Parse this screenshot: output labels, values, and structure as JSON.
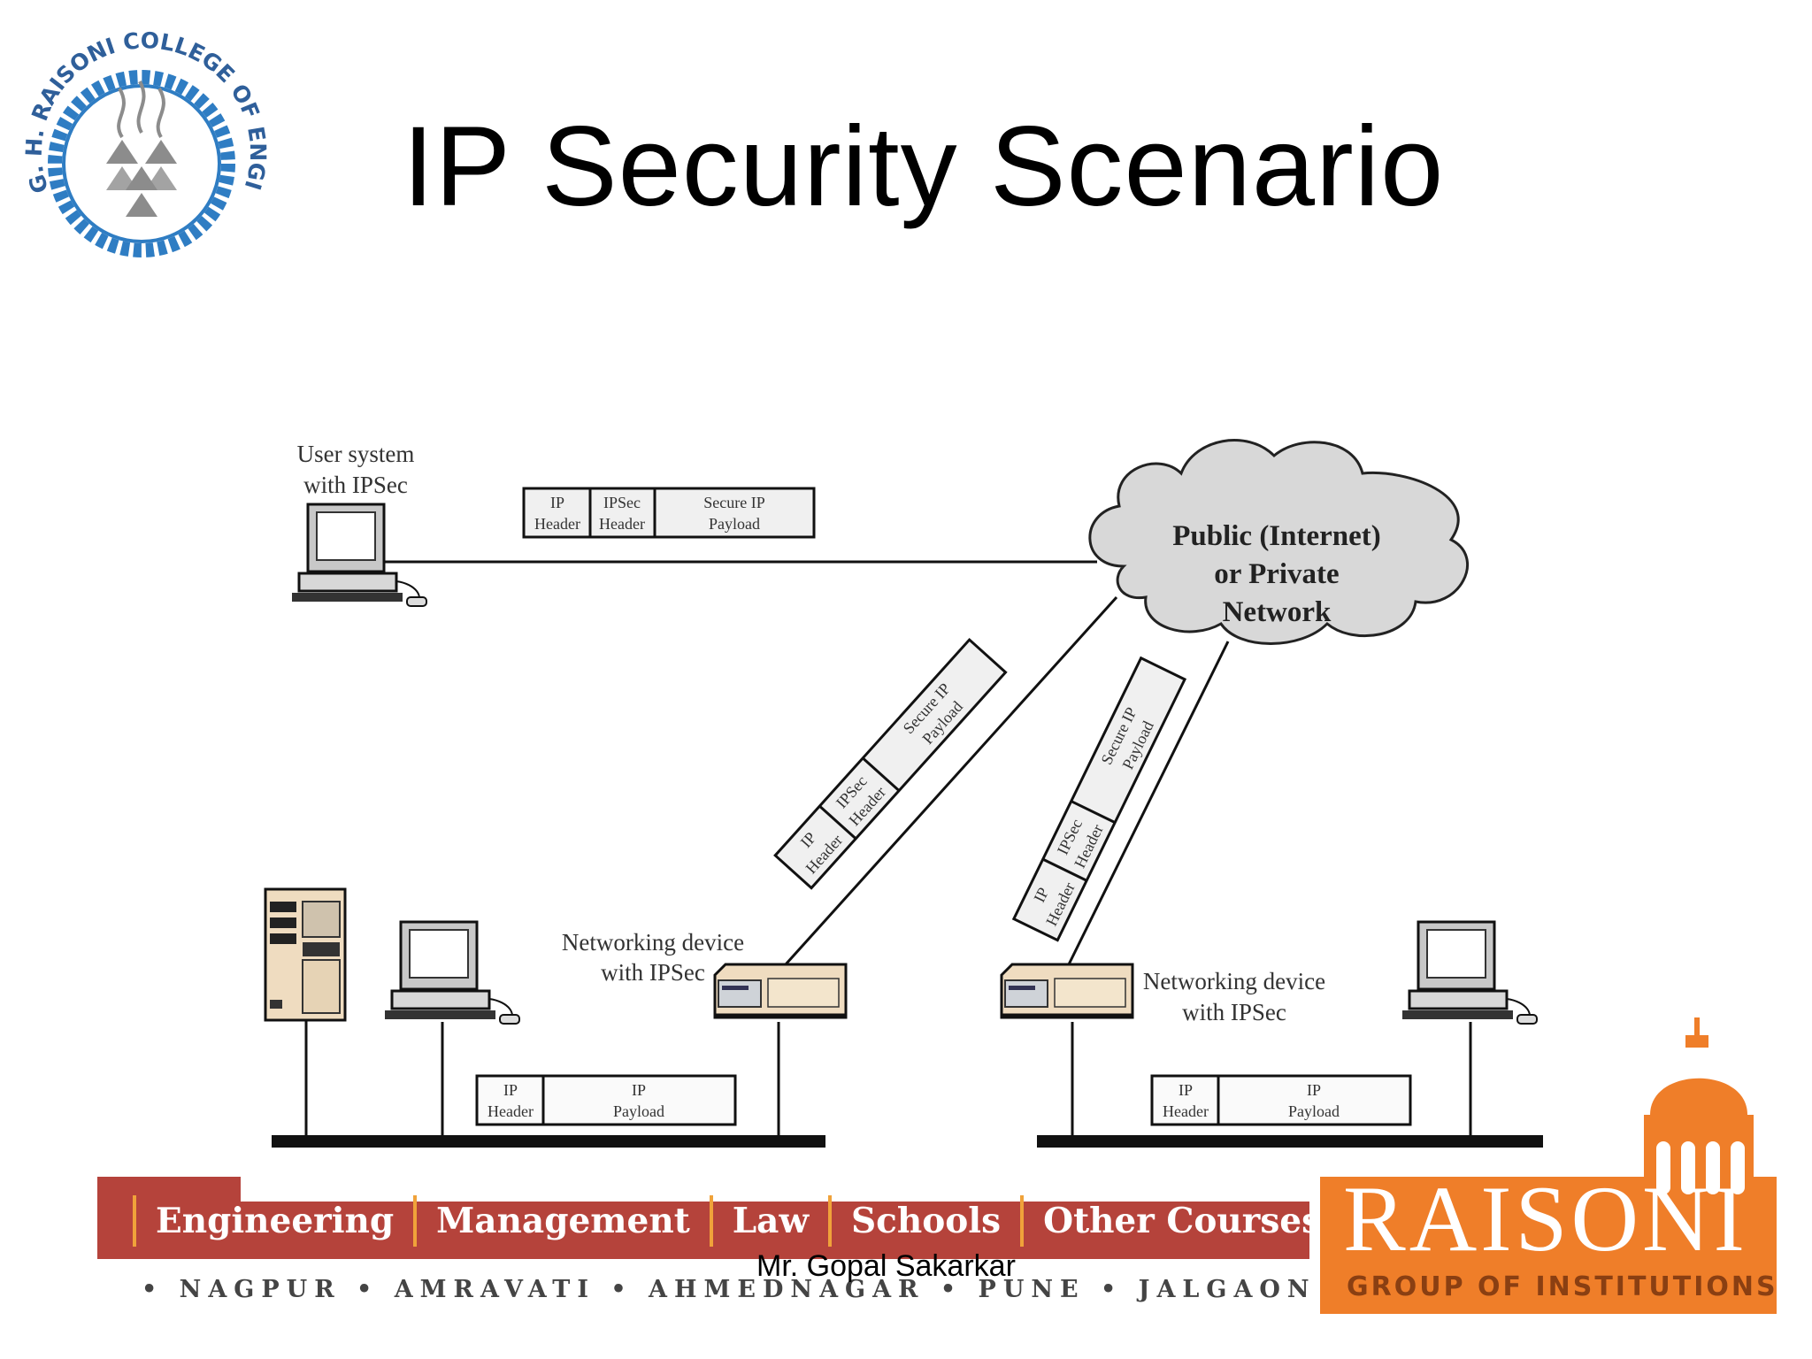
{
  "slide": {
    "title": "IP Security Scenario"
  },
  "logo": {
    "text": "G. H. RAISONI COLLEGE OF ENGINEERING"
  },
  "diagram": {
    "user_system_label": [
      "User system",
      "with IPSec"
    ],
    "cloud_label": [
      "Public (Internet)",
      "or Private",
      "Network"
    ],
    "networking_device_left_label": [
      "Networking device",
      "with IPSec"
    ],
    "networking_device_right_label": [
      "Networking device",
      "with IPSec"
    ],
    "secure_packet": {
      "ip_header": [
        "IP",
        "Header"
      ],
      "ipsec_header": [
        "IPSec",
        "Header"
      ],
      "secure_payload": [
        "Secure IP",
        "Payload"
      ]
    },
    "plain_packet": {
      "ip_header": [
        "IP",
        "Header"
      ],
      "ip_payload": [
        "IP",
        "Payload"
      ]
    }
  },
  "footer": {
    "items": [
      "Engineering",
      "Management",
      "Law",
      "Schools",
      "Other Courses"
    ],
    "cities": "• NAGPUR • AMRAVATI • AHMEDNAGAR • PUNE • JALGAON • RAIPUR •",
    "author": "Mr. Gopal Sakarkar",
    "brand_name": "RAISONI",
    "brand_sub": "GROUP OF INSTITUTIONS"
  },
  "colors": {
    "footer_red": "#b5433b",
    "footer_orange": "#ef7e29",
    "logo_blue": "#2f7dc3",
    "cloud_gray": "#d8d8d8"
  }
}
